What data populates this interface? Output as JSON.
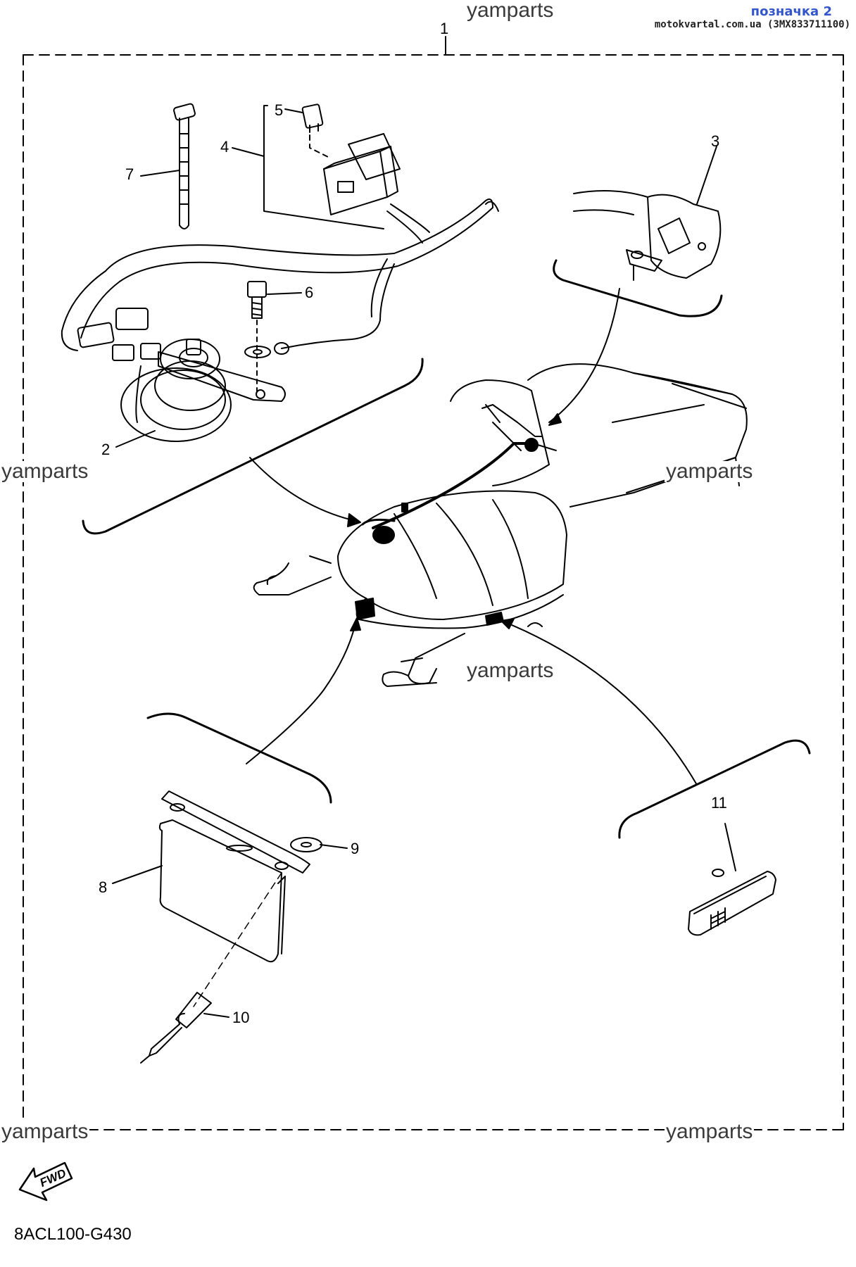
{
  "header": {
    "tag": "позначка 2",
    "source": "motokvartal.com.ua (3MX833711100)"
  },
  "watermark": "yamparts",
  "diagram_code": "8ACL100-G430",
  "fwd_label": "FWD",
  "callouts": [
    {
      "id": "1",
      "label": "1"
    },
    {
      "id": "2",
      "label": "2"
    },
    {
      "id": "3",
      "label": "3"
    },
    {
      "id": "4",
      "label": "4"
    },
    {
      "id": "5",
      "label": "5"
    },
    {
      "id": "6",
      "label": "6"
    },
    {
      "id": "7",
      "label": "7"
    },
    {
      "id": "8",
      "label": "8"
    },
    {
      "id": "9",
      "label": "9"
    },
    {
      "id": "10",
      "label": "10"
    },
    {
      "id": "11",
      "label": "11"
    }
  ]
}
